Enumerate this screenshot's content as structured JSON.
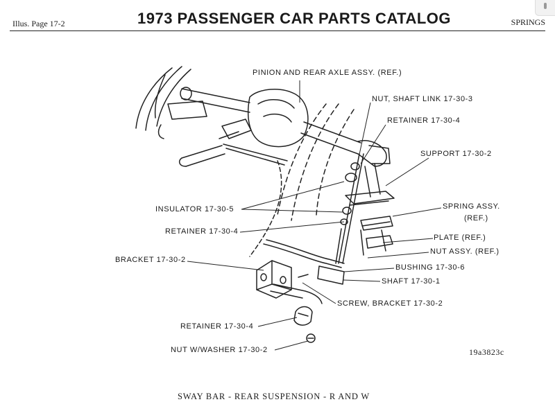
{
  "header": {
    "illus_page": "Illus. Page 17-2",
    "title": "1973 PASSENGER CAR PARTS CATALOG",
    "section": "SPRINGS"
  },
  "labels": {
    "pinion": "PINION AND REAR AXLE ASSY. (REF.)",
    "nut_shaft_link": "NUT, SHAFT LINK 17-30-3",
    "retainer_top": "RETAINER 17-30-4",
    "support": "SUPPORT 17-30-2",
    "spring_assy": "SPRING ASSY.",
    "spring_ref": "(REF.)",
    "insulator": "INSULATOR 17-30-5",
    "retainer_mid": "RETAINER 17-30-4",
    "plate": "PLATE (REF.)",
    "nut_assy": "NUT ASSY. (REF.)",
    "bracket": "BRACKET 17-30-2",
    "bushing": "BUSHING 17-30-6",
    "shaft": "SHAFT 17-30-1",
    "screw_bracket": "SCREW, BRACKET 17-30-2",
    "retainer_low": "RETAINER 17-30-4",
    "nut_washer": "NUT W/WASHER 17-30-2"
  },
  "figure_ref": "19a3823c",
  "caption": "SWAY BAR - REAR SUSPENSION - R AND W"
}
